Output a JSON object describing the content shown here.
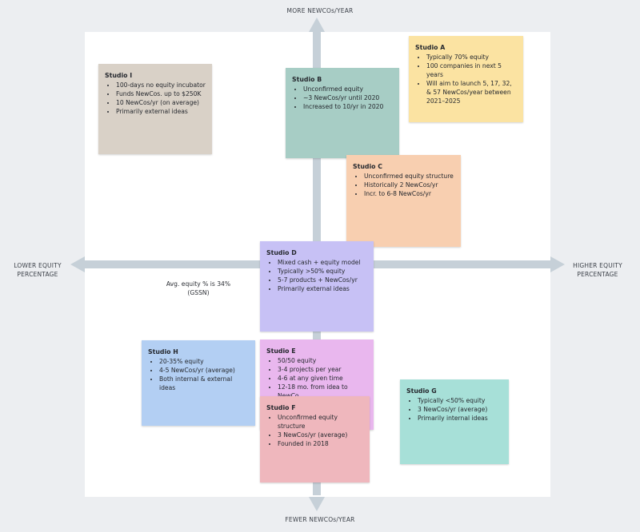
{
  "axes": {
    "top": "MORE NEWCOs/YEAR",
    "bottom": "FEWER NEWCOs/YEAR",
    "left_line1": "LOWER EQUITY",
    "left_line2": "PERCENTAGE",
    "right_line1": "HIGHER EQUITY",
    "right_line2": "PERCENTAGE"
  },
  "colors": {
    "axis": "#c6d0d8",
    "board": "#ffffff",
    "background": "#eceef1"
  },
  "annotation": {
    "line1": "Avg. equity % is 34%",
    "line2": "(GSSN)"
  },
  "studios": {
    "a": {
      "title": "Studio A",
      "color": "#fbe3a2",
      "items": [
        "Typically 70% equity",
        "100 companies in next 5 years",
        "Will aim to launch 5, 17, 32, & 57 NewCos/year between 2021–2025"
      ]
    },
    "b": {
      "title": "Studio B",
      "color": "#a7cdc5",
      "items": [
        "Unconfirmed equity",
        "~3 NewCos/yr until 2020",
        "Increased to 10/yr in 2020"
      ]
    },
    "c": {
      "title": "Studio C",
      "color": "#f8cfb0",
      "items": [
        "Unconfirmed equity structure",
        "Historically 2 NewCos/yr",
        "Incr. to 6-8 NewCos/yr"
      ]
    },
    "d": {
      "title": "Studio D",
      "color": "#c7c1f5",
      "items": [
        "Mixed cash + equity model",
        "Typically >50% equity",
        "5-7 products + NewCos/yr",
        "Primarily external ideas"
      ]
    },
    "e": {
      "title": "Studio E",
      "color": "#e9b7ee",
      "items": [
        "50/50 equity",
        "3-4 projects per year",
        "4-6 at any given time",
        "12-18 mo. from idea to NewCo."
      ]
    },
    "f": {
      "title": "Studio F",
      "color": "#efb7bd",
      "items": [
        "Unconfirmed equity structure",
        "3 NewCos/yr (average)",
        "Founded in 2018"
      ]
    },
    "g": {
      "title": "Studio G",
      "color": "#a7e0d8",
      "items": [
        "Typically <50% equity",
        "3 NewCos/yr (average)",
        "Primarily internal ideas"
      ]
    },
    "h": {
      "title": "Studio H",
      "color": "#b3cff3",
      "items": [
        "20-35% equity",
        "4-5 NewCos/yr (average)",
        "Both internal & external ideas"
      ]
    },
    "i": {
      "title": "Studio I",
      "color": "#d9d1c7",
      "items": [
        "100-days no equity incubator",
        "Funds NewCos. up to $250K",
        "10 NewCos/yr (on average)",
        "Primarily external ideas"
      ]
    }
  }
}
